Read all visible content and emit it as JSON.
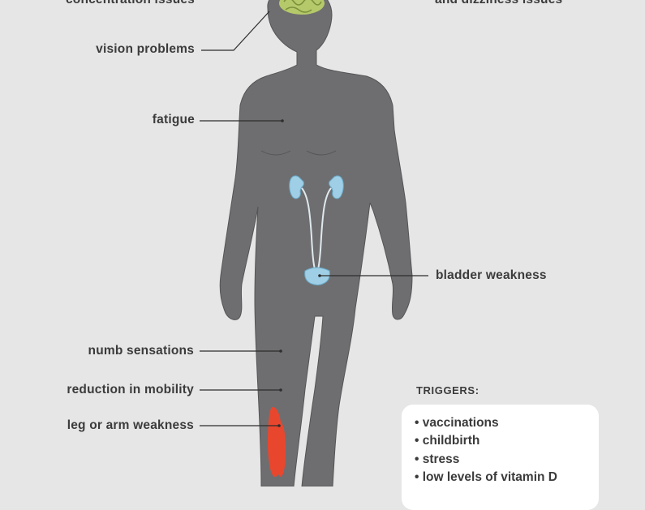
{
  "labels": {
    "concentration": "concentration issues",
    "balance": "and dizziness issues",
    "vision": "vision problems",
    "fatigue": "fatigue",
    "bladder": "bladder weakness",
    "numb": "numb sensations",
    "mobility": "reduction in mobility",
    "weakness": "leg or arm weakness"
  },
  "triggers": {
    "title": "TRIGGERS:",
    "items": [
      "vaccinations",
      "childbirth",
      "stress",
      "low levels of vitamin D"
    ]
  },
  "colors": {
    "background": "#e6e6e6",
    "body": "#6e6e70",
    "organ": "#9fcfe6",
    "brain": "#b5c96a",
    "muscle": "#e8472e",
    "text": "#3b3b3b"
  }
}
